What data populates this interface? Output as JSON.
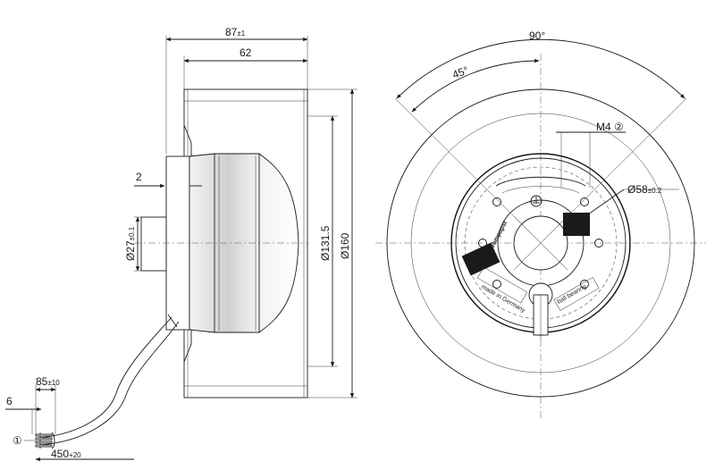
{
  "side_view": {
    "dim_overall_depth": "87",
    "dim_overall_depth_tol": "±1",
    "dim_wheel_depth": "62",
    "dim_hub_offset": "2",
    "dim_hub_dia": "Ø27",
    "dim_hub_dia_tol": "±0.1",
    "dim_inner_dia": "Ø131.5",
    "dim_outer_dia": "Ø160",
    "dim_strip_length": "85",
    "dim_strip_length_tol": "±10",
    "dim_wire_end": "6",
    "dim_cable_length": "450",
    "dim_cable_length_tol": "+20",
    "note_1": "①"
  },
  "front_view": {
    "dim_angle_90": "90°",
    "dim_angle_45": "45°",
    "dim_thread": "M4",
    "note_2": "②",
    "dim_bolt_circle": "Ø58",
    "dim_bolt_circle_tol": "±0.2",
    "brand_label": "ebmpapst",
    "label_left_plate": "made in Germany",
    "label_right_plate": "ball bearing"
  }
}
